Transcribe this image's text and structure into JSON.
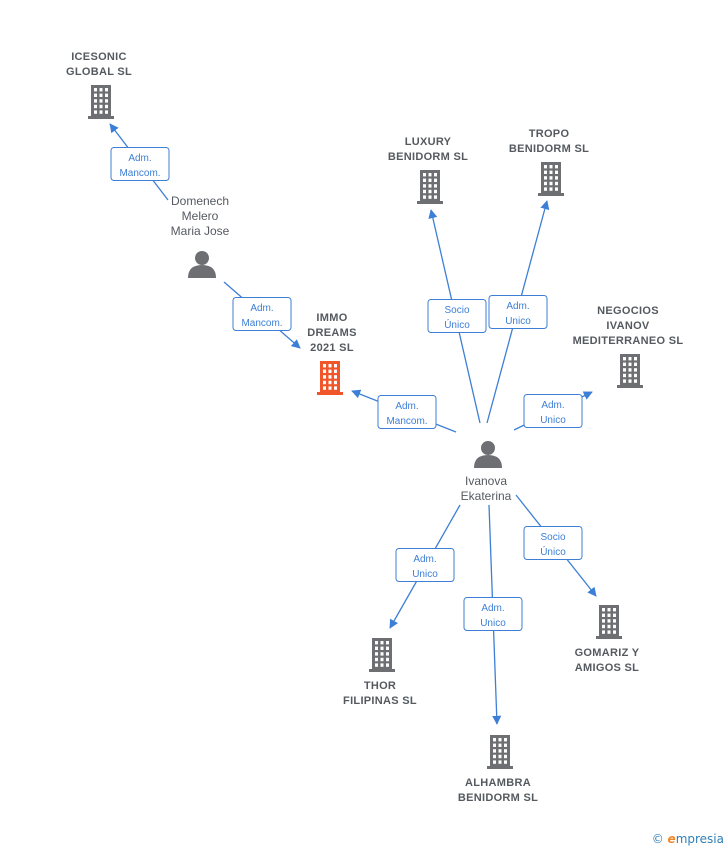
{
  "nodes": [
    {
      "id": "icesonic",
      "type": "company",
      "lines": [
        "ICESONIC",
        "GLOBAL  SL"
      ],
      "highlight": false
    },
    {
      "id": "luxury",
      "type": "company",
      "lines": [
        "LUXURY",
        "BENIDORM  SL"
      ],
      "highlight": false
    },
    {
      "id": "tropo",
      "type": "company",
      "lines": [
        "TROPO",
        "BENIDORM  SL"
      ],
      "highlight": false
    },
    {
      "id": "negocios",
      "type": "company",
      "lines": [
        "NEGOCIOS",
        "IVANOV",
        "MEDITERRANEO SL"
      ],
      "highlight": false
    },
    {
      "id": "immo",
      "type": "company",
      "lines": [
        "IMMO",
        "DREAMS",
        "2021  SL"
      ],
      "highlight": true
    },
    {
      "id": "domenech",
      "type": "person",
      "lines": [
        "Domenech",
        "Melero",
        "Maria Jose"
      ]
    },
    {
      "id": "ivanova",
      "type": "person",
      "lines": [
        "Ivanova",
        "Ekaterina"
      ]
    },
    {
      "id": "thor",
      "type": "company",
      "lines": [
        "THOR",
        "FILIPINAS  SL"
      ],
      "highlight": false
    },
    {
      "id": "alhambra",
      "type": "company",
      "lines": [
        "ALHAMBRA",
        "BENIDORM  SL"
      ],
      "highlight": false
    },
    {
      "id": "gomariz",
      "type": "company",
      "lines": [
        "GOMARIZ Y",
        "AMIGOS  SL"
      ],
      "highlight": false
    }
  ],
  "edges": [
    {
      "from": "domenech",
      "to": "icesonic",
      "lines": [
        "Adm.",
        "Mancom."
      ]
    },
    {
      "from": "domenech",
      "to": "immo",
      "lines": [
        "Adm.",
        "Mancom."
      ]
    },
    {
      "from": "ivanova",
      "to": "immo",
      "lines": [
        "Adm.",
        "Mancom."
      ]
    },
    {
      "from": "ivanova",
      "to": "luxury",
      "lines": [
        "Socio",
        "Único"
      ]
    },
    {
      "from": "ivanova",
      "to": "tropo",
      "lines": [
        "Adm.",
        "Unico"
      ]
    },
    {
      "from": "ivanova",
      "to": "negocios",
      "lines": [
        "Adm.",
        "Unico"
      ]
    },
    {
      "from": "ivanova",
      "to": "thor",
      "lines": [
        "Adm.",
        "Unico"
      ]
    },
    {
      "from": "ivanova",
      "to": "alhambra",
      "lines": [
        "Adm.",
        "Unico"
      ]
    },
    {
      "from": "ivanova",
      "to": "gomariz",
      "lines": [
        "Socio",
        "Único"
      ]
    }
  ],
  "colors": {
    "edge": "#3d7fd6",
    "company": "#6d6f72",
    "highlight": "#f0562a",
    "person": "#6d6f72"
  },
  "brand": {
    "copyright": "©",
    "e_letter": "e",
    "rest": "mpresia"
  }
}
